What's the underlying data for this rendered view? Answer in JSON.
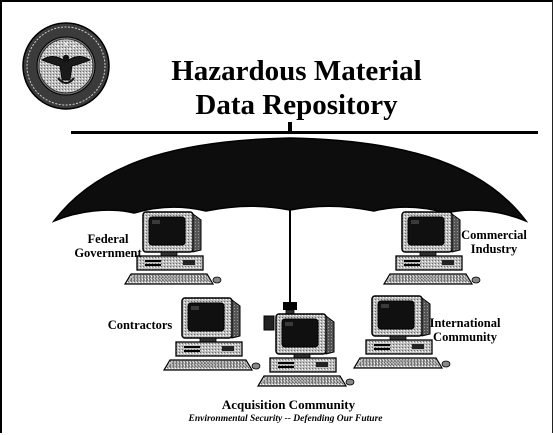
{
  "title": {
    "line1": "Hazardous Material",
    "line2": "Data Repository"
  },
  "nodes": {
    "federal_line1": "Federal",
    "federal_line2": "Government",
    "commercial_line1": "Commercial",
    "commercial_line2": "Industry",
    "contractors": "Contractors",
    "international_line1": "International",
    "international_line2": "Community",
    "acquisition": "Acquisition Community"
  },
  "footer": {
    "tagline": "Environmental Security -- Defending Our Future"
  },
  "seal": {
    "emblem": "department-of-defense-seal"
  },
  "icons": {
    "computer": "computer-workstation-icon",
    "umbrella": "umbrella-icon"
  }
}
